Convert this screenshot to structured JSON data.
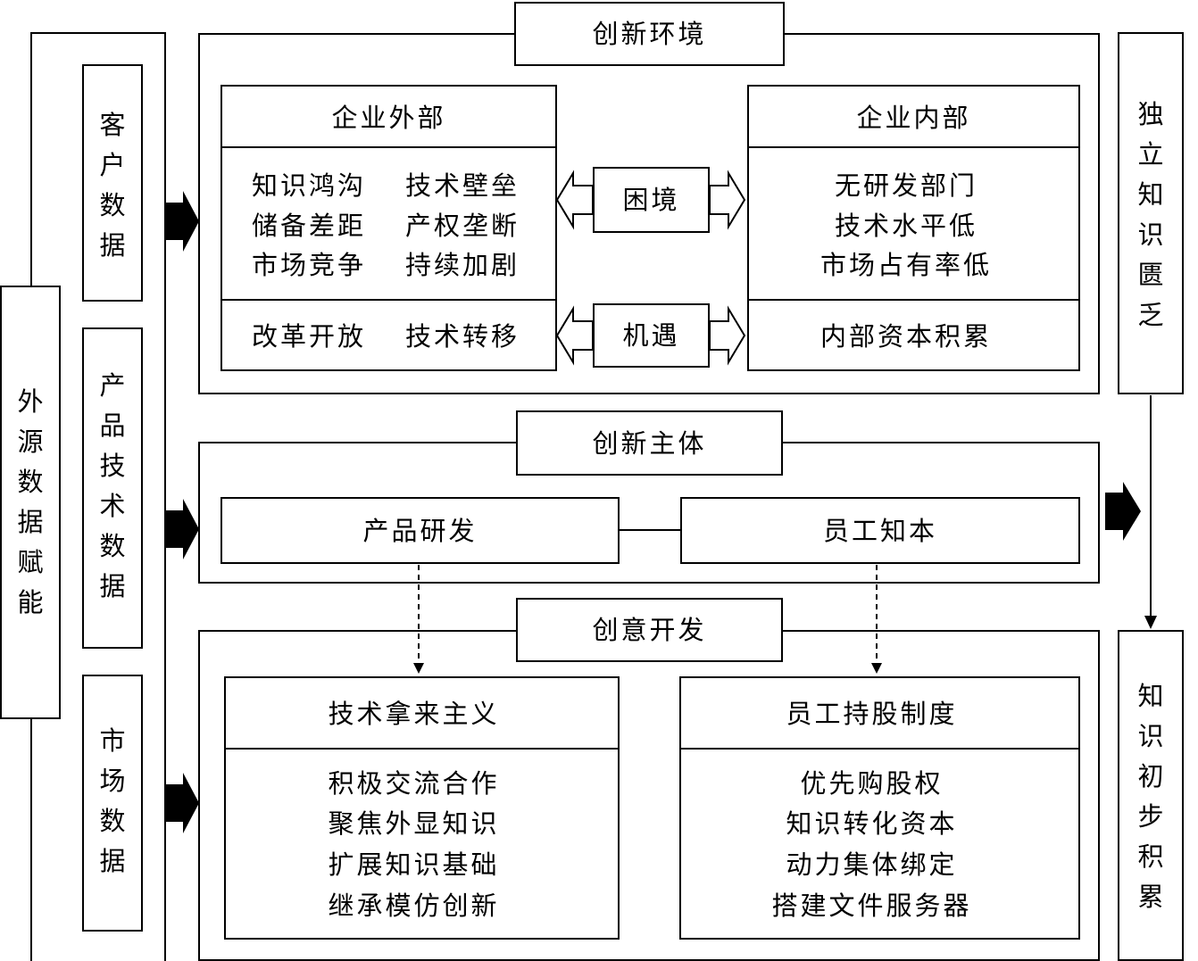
{
  "left": {
    "outer": "外源数据赋能",
    "inputs": [
      "客户数据",
      "产品技术数据",
      "市场数据"
    ]
  },
  "environment": {
    "title": "创新环境",
    "external": {
      "header": "企业外部",
      "difficulties": [
        "知识鸿沟",
        "技术壁垒",
        "储备差距",
        "产权垄断",
        "市场竞争",
        "持续加剧"
      ],
      "opportunities": [
        "改革开放",
        "技术转移"
      ]
    },
    "dilemma": "困境",
    "opportunity": "机遇",
    "internal": {
      "header": "企业内部",
      "difficulties": [
        "无研发部门",
        "技术水平低",
        "市场占有率低"
      ],
      "opportunities": [
        "内部资本积累"
      ]
    }
  },
  "subject": {
    "title": "创新主体",
    "items": [
      "产品研发",
      "员工知本"
    ]
  },
  "development": {
    "title": "创意开发",
    "left": {
      "header": "技术拿来主义",
      "items": [
        "积极交流合作",
        "聚焦外显知识",
        "扩展知识基础",
        "继承模仿创新"
      ]
    },
    "right": {
      "header": "员工持股制度",
      "items": [
        "优先购股权",
        "知识转化资本",
        "动力集体绑定",
        "搭建文件服务器"
      ]
    }
  },
  "right": {
    "top": "独立知识匮乏",
    "bottom": "知识初步积累"
  }
}
